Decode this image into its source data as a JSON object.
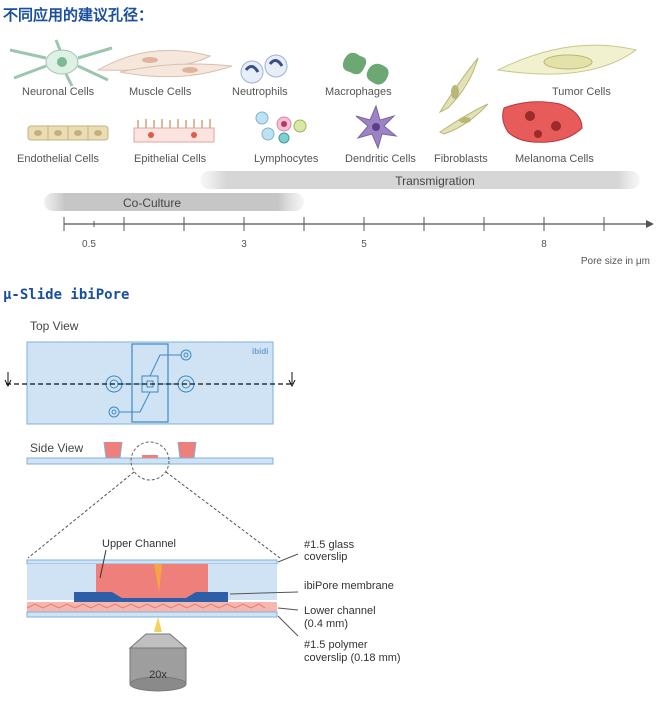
{
  "heading": "不同应用的建议孔径：",
  "section2_heading": "μ-Slide ibiPore",
  "cells": {
    "neuronal": "Neuronal Cells",
    "muscle": "Muscle Cells",
    "neutrophils": "Neutrophils",
    "macrophages": "Macrophages",
    "tumor": "Tumor Cells",
    "endothelial": "Endothelial Cells",
    "epithelial": "Epithelial Cells",
    "lymphocytes": "Lymphocytes",
    "dendritic": "Dendritic Cells",
    "fibroblasts": "Fibroblasts",
    "melanoma": "Melanoma Cells"
  },
  "bands": {
    "transmigration": "Transmigration",
    "coculture": "Co-Culture"
  },
  "axis": {
    "ticks": [
      "0.5",
      "3",
      "5",
      "8"
    ],
    "label": "Pore size in μm"
  },
  "views": {
    "top": "Top View",
    "side": "Side View",
    "logo": "ibidi"
  },
  "detail": {
    "upper_channel": "Upper Channel",
    "glass_1": "#1.5 glass",
    "glass_2": "coverslip",
    "membrane": "ibiPore membrane",
    "lower_1": "Lower channel",
    "lower_2": "(0.4 mm)",
    "polymer_1": "#1.5 polymer",
    "polymer_2": "coverslip (0.18 mm)",
    "objective": "20x"
  },
  "colors": {
    "heading_blue": "#1a4fa0",
    "slide_blue": "#cfe3f5",
    "channel_red": "#ef7f7a",
    "membrane_blue": "#2e5ea8"
  }
}
